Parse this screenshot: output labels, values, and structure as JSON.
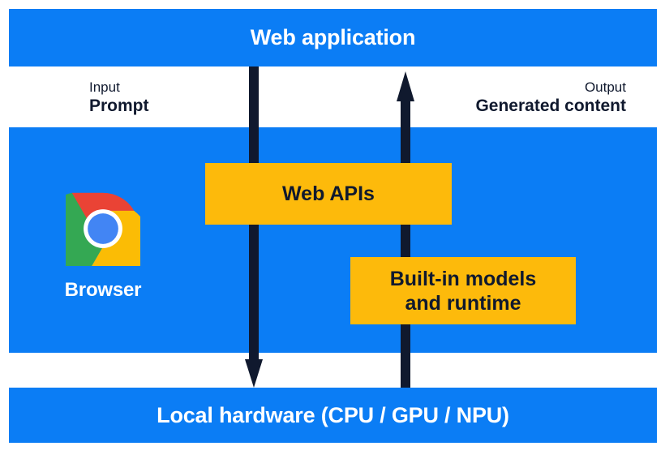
{
  "diagram": {
    "title": "Web application",
    "layers": [
      {
        "id": "web-application",
        "label": "Web application"
      },
      {
        "id": "browser",
        "label": "Browser"
      },
      {
        "id": "local-hardware",
        "label": "Local hardware (CPU / GPU / NPU)"
      }
    ],
    "annotations": {
      "input": {
        "kicker": "Input",
        "value": "Prompt"
      },
      "output": {
        "kicker": "Output",
        "value": "Generated content"
      }
    },
    "boxes": [
      {
        "id": "web-apis",
        "label": "Web APIs"
      },
      {
        "id": "builtin-models",
        "label": "Built-in models\nand runtime"
      }
    ],
    "arrows": [
      {
        "id": "input-arrow",
        "direction": "down",
        "from": "Web application",
        "to": "Local hardware (CPU / GPU / NPU)"
      },
      {
        "id": "output-arrow",
        "direction": "up",
        "from": "Local hardware (CPU / GPU / NPU)",
        "to": "Web application"
      }
    ],
    "icons": [
      {
        "id": "chrome-icon",
        "name": "chrome-logo-icon"
      }
    ],
    "colors": {
      "layer_blue": "#0B7DF5",
      "box_yellow": "#FDBA0B",
      "arrow_navy": "#10192E",
      "text_on_blue": "#FFFFFF",
      "text_dark": "#10192E",
      "background": "#FFFFFF",
      "chrome_red": "#EA4335",
      "chrome_green": "#34A853",
      "chrome_yellow": "#FBBC05",
      "chrome_blue": "#4285F4",
      "chrome_ring": "#FFFFFF"
    }
  }
}
